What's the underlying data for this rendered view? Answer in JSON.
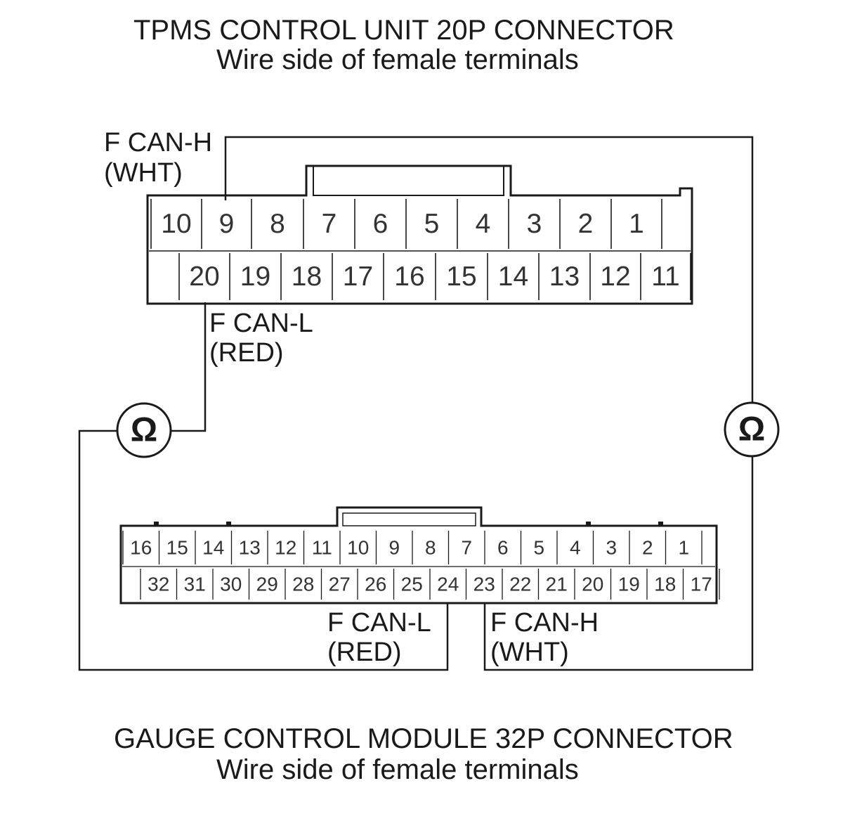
{
  "top_connector": {
    "title": "TPMS CONTROL UNIT 20P CONNECTOR",
    "subtitle": "Wire side of female terminals",
    "row1": [
      "10",
      "9",
      "8",
      "7",
      "6",
      "5",
      "4",
      "3",
      "2",
      "1"
    ],
    "row2": [
      "20",
      "19",
      "18",
      "17",
      "16",
      "15",
      "14",
      "13",
      "12",
      "11"
    ],
    "can_h_label": "F CAN-H",
    "can_h_color": "(WHT)",
    "can_l_label": "F CAN-L",
    "can_l_color": "(RED)"
  },
  "bottom_connector": {
    "title": "GAUGE CONTROL MODULE 32P CONNECTOR",
    "subtitle": "Wire side of female terminals",
    "row1": [
      "16",
      "15",
      "14",
      "13",
      "12",
      "11",
      "10",
      "9",
      "8",
      "7",
      "6",
      "5",
      "4",
      "3",
      "2",
      "1"
    ],
    "row2": [
      "32",
      "31",
      "30",
      "29",
      "28",
      "27",
      "26",
      "25",
      "24",
      "23",
      "22",
      "21",
      "20",
      "19",
      "18",
      "17"
    ],
    "can_l_label": "F CAN-L",
    "can_l_color": "(RED)",
    "can_h_label": "F CAN-H",
    "can_h_color": "(WHT)"
  },
  "meters": {
    "left_symbol": "Ω",
    "right_symbol": "Ω"
  }
}
